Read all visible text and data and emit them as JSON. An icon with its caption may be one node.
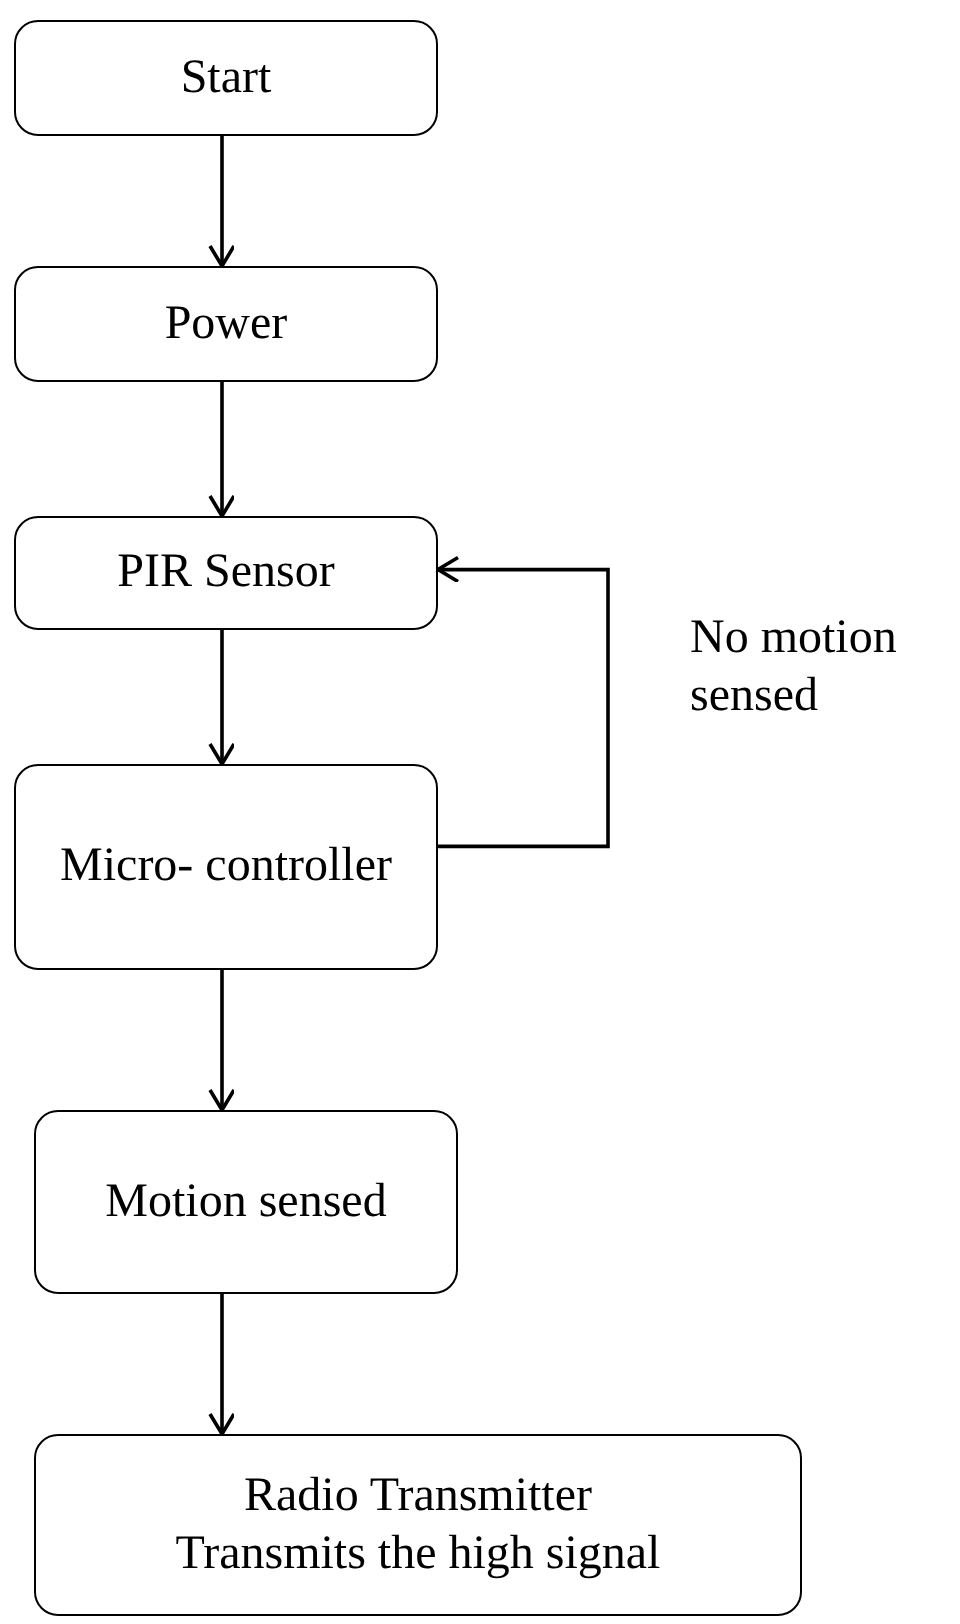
{
  "diagram": {
    "nodes": [
      {
        "text": [
          "Start"
        ]
      },
      {
        "text": [
          "Power"
        ]
      },
      {
        "text": [
          "PIR Sensor"
        ]
      },
      {
        "text": [
          "Micro- controller"
        ]
      },
      {
        "text": [
          "Motion sensed"
        ]
      },
      {
        "text": [
          "Radio Transmitter",
          "Transmits the high signal"
        ]
      }
    ],
    "edges": [
      {
        "from": 0,
        "to": 1,
        "arrow": "to"
      },
      {
        "from": 1,
        "to": 2,
        "arrow": "to"
      },
      {
        "from": 2,
        "to": 3,
        "arrow": "to"
      },
      {
        "from": 3,
        "to": 2,
        "arrow": "to",
        "label": "No motion sensed"
      },
      {
        "from": 3,
        "to": 4,
        "arrow": "to"
      },
      {
        "from": 4,
        "to": 5,
        "arrow": "to"
      }
    ]
  }
}
